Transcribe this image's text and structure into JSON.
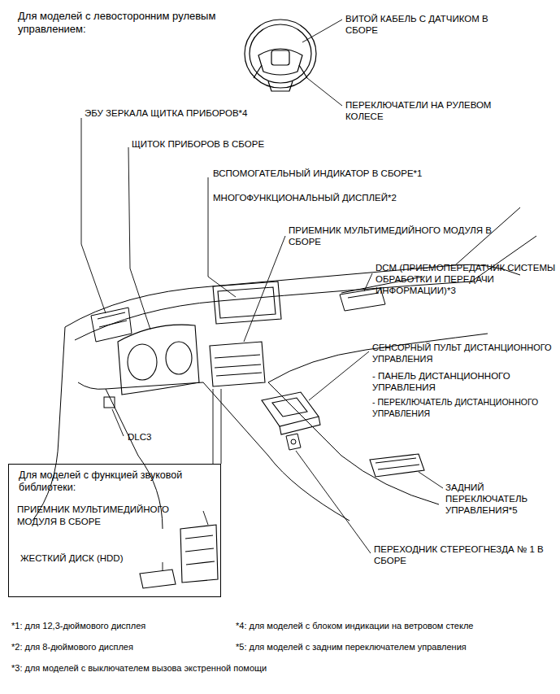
{
  "diagram": {
    "nodes": [
      {
        "text": [
          "Для моделей с функцией звуковой библиотеки:",
          "ПРИЕМНИК МУЛЬТИМЕДИЙНОГО МОДУЛЯ В СБОРЕ",
          "ЖЕСТКИЙ ДИСК (HDD)"
        ]
      }
    ],
    "labels": [
      "Для моделей с левосторонним рулевым управлением:",
      "ВИТОЙ КАБЕЛЬ С ДАТЧИКОМ В СБОРЕ",
      "ПЕРЕКЛЮЧАТЕЛИ НА РУЛЕВОМ КОЛЕСЕ",
      "ЭБУ ЗЕРКАЛА ЩИТКА ПРИБОРОВ*4",
      "ЩИТОК ПРИБОРОВ В СБОРЕ",
      "ВСПОМОГАТЕЛЬНЫЙ ИНДИКАТОР В СБОРЕ*1",
      "МНОГОФУНКЦИОНАЛЬНЫЙ ДИСПЛЕЙ*2",
      "ПРИЕМНИК МУЛЬТИМЕДИЙНОГО МОДУЛЯ В СБОРЕ",
      "DCM (ПРИЕМОПЕРЕДАТЧИК СИСТЕМЫ ОБРАБОТКИ И ПЕРЕДАЧИ ИНФОРМАЦИИ)*3",
      "СЕНСОРНЫЙ ПУЛЬТ ДИСТАНЦИОННОГО УПРАВЛЕНИЯ",
      "- ПАНЕЛЬ ДИСТАНЦИОННОГО УПРАВЛЕНИЯ",
      "- ПЕРЕКЛЮЧАТЕЛЬ ДИСТАНЦИОННОГО УПРАВЛЕНИЯ",
      "DLC3",
      "ЗАДНИЙ ПЕРЕКЛЮЧАТЕЛЬ УПРАВЛЕНИЯ*5",
      "ПЕРЕХОДНИК СТЕРЕОГНЕЗДА № 1 В СБОРЕ",
      "*1: для 12,3-дюймового дисплея",
      "*2: для 8-дюймового дисплея",
      "*3: для моделей с выключателем вызова экстренной помощи",
      "*4: для моделей с блоком индикации на ветровом стекле",
      "*5: для моделей с задним переключателем управления"
    ]
  }
}
